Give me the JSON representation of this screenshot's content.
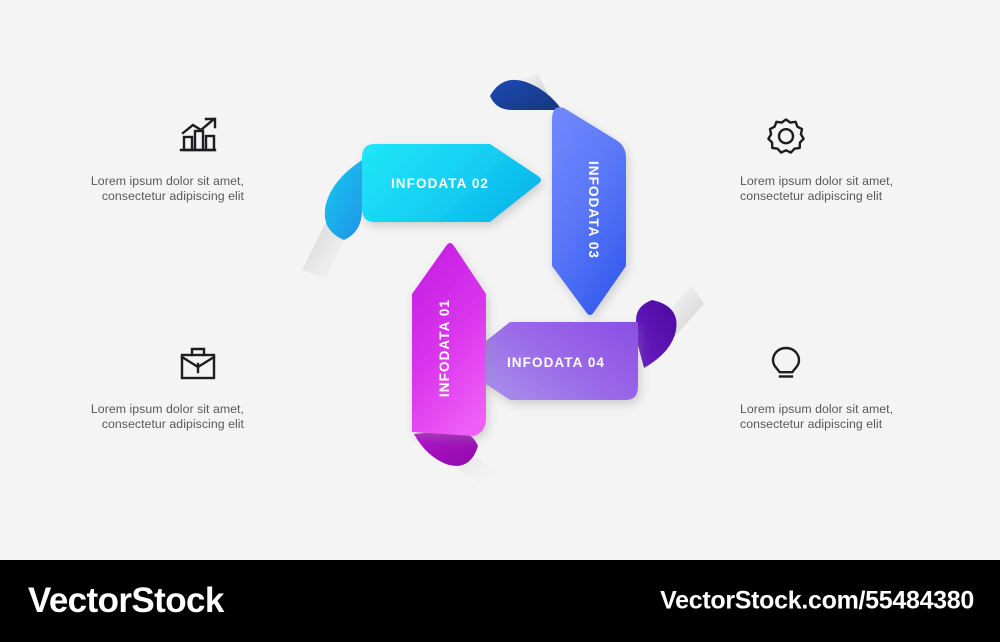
{
  "canvas": {
    "background_color": "#f4f4f4"
  },
  "diagram": {
    "type": "cycle-pinwheel-infographic",
    "segment_count": 4,
    "segments": [
      {
        "id": "infodata-01",
        "label": "INFODATA 01",
        "direction": "up",
        "text_orientation": "vertical-bottom-to-top",
        "color_start": "#c41fe2",
        "color_end": "#ee5cf7",
        "fold_color": "#a810c0"
      },
      {
        "id": "infodata-02",
        "label": "INFODATA 02",
        "direction": "right",
        "text_orientation": "horizontal",
        "color_start": "#1fe3f7",
        "color_end": "#0cbcec",
        "fold_color": "#1b9fe8"
      },
      {
        "id": "infodata-03",
        "label": "INFODATA 03",
        "direction": "down",
        "text_orientation": "vertical-top-to-bottom",
        "color_start": "#6f86fb",
        "color_end": "#3f63f0",
        "fold_color": "#1a3fa0"
      },
      {
        "id": "infodata-04",
        "label": "INFODATA 04",
        "direction": "left",
        "text_orientation": "horizontal",
        "color_start": "#a184e8",
        "color_end": "#8b4fe4",
        "fold_color": "#5b10b8"
      }
    ]
  },
  "items": [
    {
      "id": "item-1",
      "icon": "bar-chart-growth-icon",
      "side": "left",
      "text": "Lorem ipsum dolor sit amet, consectetur adipiscing elit",
      "text_color": "#58585a"
    },
    {
      "id": "item-2",
      "icon": "briefcase-icon",
      "side": "left",
      "text": "Lorem ipsum dolor sit amet, consectetur adipiscing elit",
      "text_color": "#58585a"
    },
    {
      "id": "item-3",
      "icon": "gear-icon",
      "side": "right",
      "text": "Lorem ipsum dolor sit amet, consectetur adipiscing elit",
      "text_color": "#58585a"
    },
    {
      "id": "item-4",
      "icon": "lightbulb-icon",
      "side": "right",
      "text": "Lorem ipsum dolor sit amet, consectetur adipiscing elit",
      "text_color": "#58585a"
    }
  ],
  "watermark": {
    "brand": "VectorStock",
    "url": "VectorStock.com/55484380",
    "background_color": "#000000",
    "text_color": "#ffffff"
  }
}
